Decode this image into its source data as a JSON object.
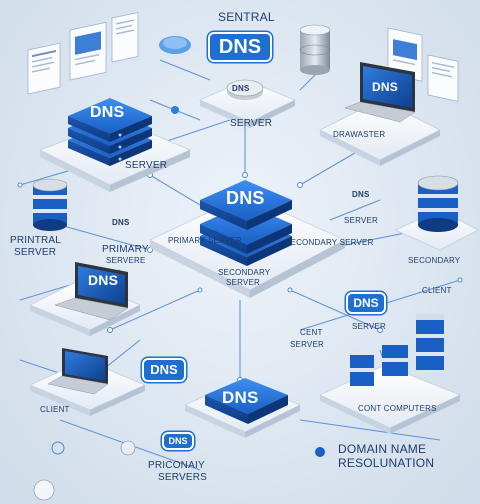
{
  "labels": {
    "top_title": "SENTRAL",
    "top_badge": "DNS",
    "top_server_badge": "DNS",
    "top_server": "SERVER",
    "top_right_caption": "DRAWASTER",
    "left_stack_badge": "DNS",
    "left_stack_server": "SERVER",
    "laptop_top_right": "DNS",
    "center_badge": "DNS",
    "center_left": "PRIMARY SERVER",
    "center_right": "SECONDARY SERVER",
    "center_bottom_1": "SECONDARY",
    "center_bottom_2": "SERVER",
    "left_printral_1": "PRINTRAL",
    "left_printral_2": "SERVER",
    "left_dns_small": "DNS",
    "left_primary_1": "PRIMARY",
    "left_primary_2": "SERVERE",
    "right_dns_small": "DNS",
    "right_server_small": "SERVER",
    "right_secondary": "SECONDARY",
    "right_mid_dns": "DNS",
    "right_mid_server": "SERVER",
    "right_mid_client": "CLIENT",
    "left_laptop_dns": "DNS",
    "bottom_left_dns": "DNS",
    "bottom_left_caption": "CLIENT",
    "bottom_center_dns": "DNS",
    "bottom_right_caption": "CONT COMPUTERS",
    "bottom_small_dns": "DNS",
    "bottom_primary_1": "PRICONAIY",
    "bottom_primary_2": "SERVERS",
    "domain_1": "DOMAIN NAME",
    "domain_2": "RESOLUNATION",
    "mid_mini_1": "CENT",
    "mid_mini_2": "SERVER"
  },
  "colors": {
    "accent": "#1e6fd0",
    "dark": "#123f86",
    "line": "#4a88d6",
    "platform": "#f7f9fc"
  }
}
